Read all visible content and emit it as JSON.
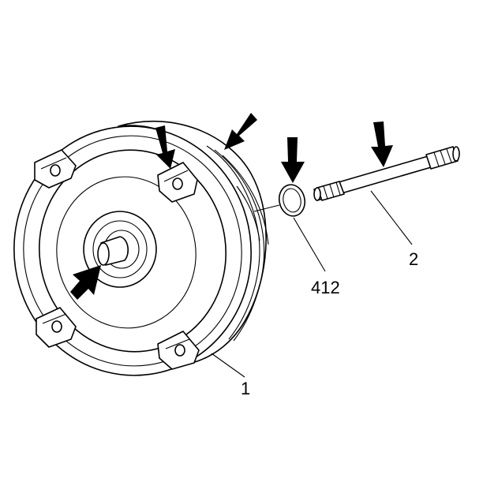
{
  "diagram": {
    "callouts": [
      {
        "id": "torque-converter",
        "label": "1"
      },
      {
        "id": "input-shaft",
        "label": "2"
      },
      {
        "id": "o-ring-seal",
        "label": "412"
      }
    ],
    "colors": {
      "line": "#000000",
      "background": "#ffffff"
    }
  }
}
